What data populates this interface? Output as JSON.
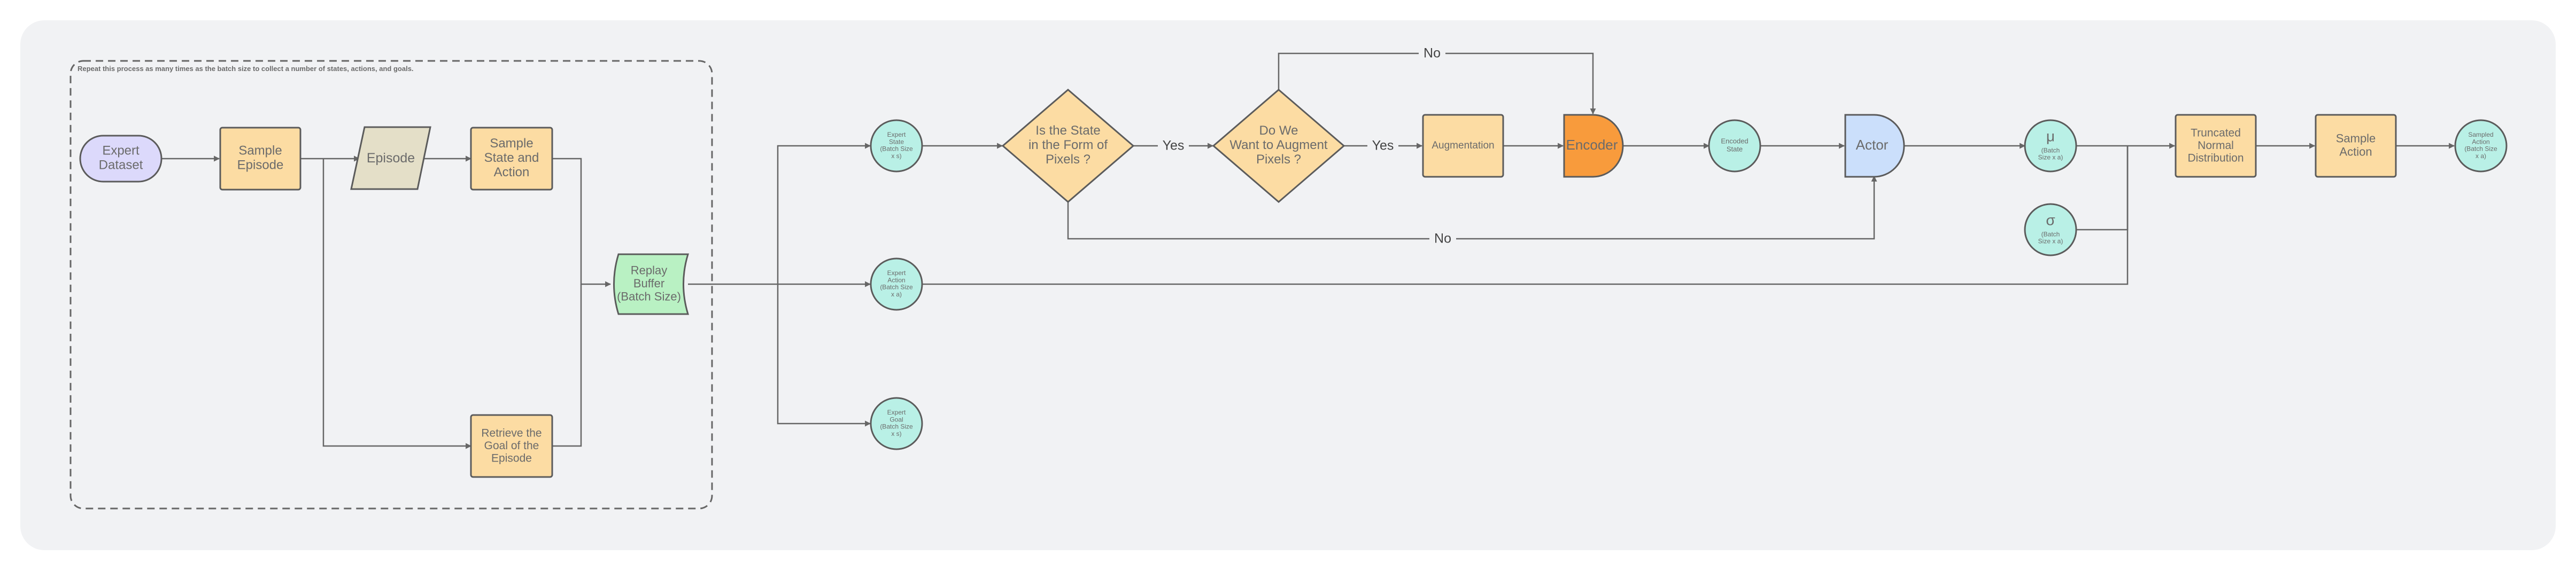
{
  "note": "Repeat this process as many times as the batch size to collect a number of states, actions, and goals.",
  "nodes": {
    "expert_dataset": {
      "lines": [
        "Expert",
        "Dataset"
      ]
    },
    "sample_episode": {
      "lines": [
        "Sample",
        "Episode"
      ]
    },
    "episode": {
      "lines": [
        "Episode"
      ]
    },
    "sample_state_action": {
      "lines": [
        "Sample",
        "State and",
        "Action"
      ]
    },
    "retrieve_goal": {
      "lines": [
        "Retrieve the",
        "Goal of the",
        "Episode"
      ]
    },
    "replay_buffer": {
      "lines": [
        "Replay",
        "Buffer",
        "(Batch Size)"
      ]
    },
    "expert_state": {
      "lines": [
        "Expert",
        "State",
        "(Batch Size",
        "x s)"
      ]
    },
    "expert_action": {
      "lines": [
        "Expert",
        "Action",
        "(Batch Size",
        "x a)"
      ]
    },
    "expert_goal": {
      "lines": [
        "Expert",
        "Goal",
        "(Batch Size",
        "x s)"
      ]
    },
    "is_pixels": {
      "lines": [
        "Is the State",
        "in the Form of",
        "Pixels ?"
      ]
    },
    "augment_q": {
      "lines": [
        "Do We",
        "Want to Augment",
        "Pixels ?"
      ]
    },
    "augmentation": {
      "lines": [
        "Augmentation"
      ]
    },
    "encoder": {
      "lines": [
        "Encoder"
      ]
    },
    "encoded_state": {
      "lines": [
        "Encoded",
        "State"
      ]
    },
    "actor": {
      "lines": [
        "Actor"
      ]
    },
    "mu": {
      "symbol": "μ",
      "lines": [
        "(Batch",
        "Size x a)"
      ]
    },
    "sigma": {
      "symbol": "σ",
      "lines": [
        "(Batch",
        "Size x a)"
      ]
    },
    "truncated_normal": {
      "lines": [
        "Truncated",
        "Normal",
        "Distribution"
      ]
    },
    "sample_action": {
      "lines": [
        "Sample",
        "Action"
      ]
    },
    "sampled_action": {
      "lines": [
        "Sampled",
        "Action",
        "(Batch Size",
        "x a)"
      ]
    }
  },
  "edge_labels": {
    "yes_1": "Yes",
    "yes_2": "Yes",
    "no_top": "No",
    "no_bottom": "No"
  },
  "colors": {
    "panel": "#f1f2f4",
    "process": "#fcdca3",
    "process_stroke": "#5b5b5b",
    "circle": "#b9f0e6",
    "dataset": "#dcd9fb",
    "parallelogram": "#e4dfc8",
    "buffer": "#b9f1c3",
    "encoder": "#f89b3c",
    "actor": "#cbdffb",
    "text": "#6b6b6b",
    "edge": "#666666"
  }
}
